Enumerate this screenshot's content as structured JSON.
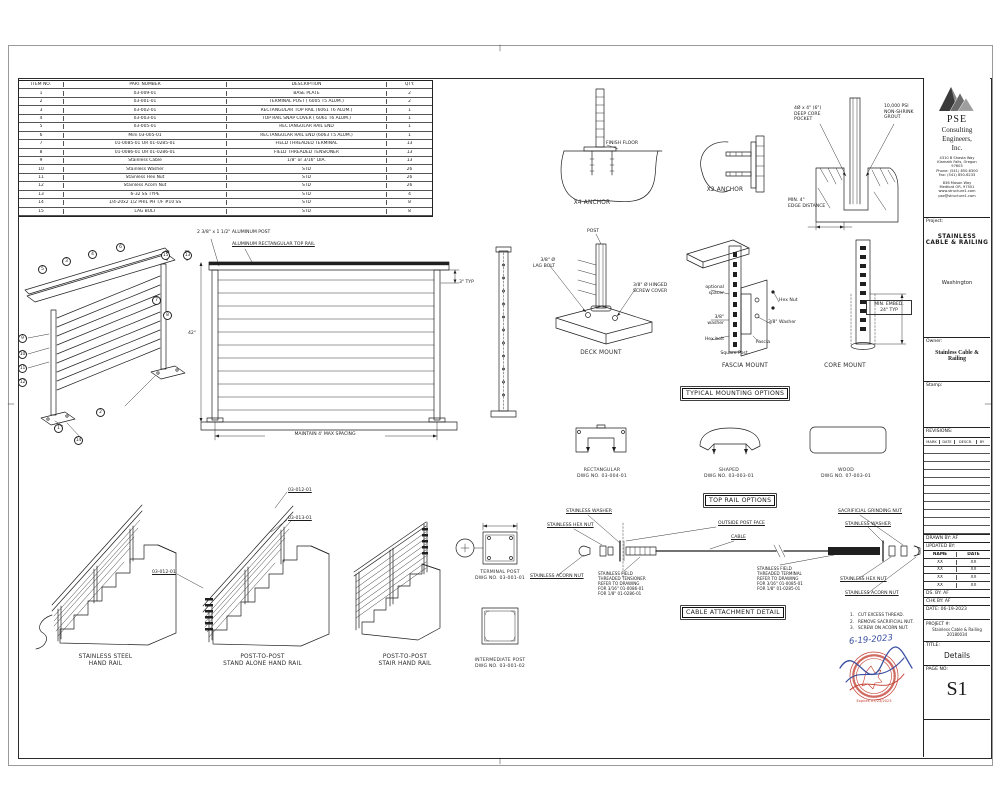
{
  "sheet": {
    "line_color": "#1f1f1f",
    "stamp_red": "#c23b2e",
    "ink_blue": "#3a4fa0"
  },
  "parts_table": {
    "headers": [
      "ITEM NO.",
      "PART NUMBER",
      "DESCRIPTION",
      "QTY."
    ],
    "rows": [
      [
        "1",
        "03-009-01",
        "BASE PLATE",
        "2"
      ],
      [
        "2",
        "03-001-01",
        "TERMINAL POST ( 6005 T5 ALUM.)",
        "2"
      ],
      [
        "3",
        "03-002-01",
        "RECTANGULAR TOP RAIL (6061 T6 ALUM.)",
        "1"
      ],
      [
        "4",
        "03-003-01",
        "TOP RAIL SNAP COVER ( 6061 T6 ALUM.)",
        "1"
      ],
      [
        "5",
        "03-005-01",
        "RECTANGULAR RAIL END",
        "1"
      ],
      [
        "6",
        "Mini 03-005-01",
        "RECTANGULAR RAIL END (6063 T5 ALUM.)",
        "1"
      ],
      [
        "7",
        "01-0085-01 OR 01-0285-01",
        "FIELD THREADED TERMINAL",
        "13"
      ],
      [
        "8",
        "01-0086-01 OR 01-0286-01",
        "FIELD THREADED TENSIONER",
        "13"
      ],
      [
        "9",
        "Stainless Cable",
        "1/8\" or 3/16\" DIA.",
        "13"
      ],
      [
        "10",
        "Stainless Washer",
        "STD",
        "26"
      ],
      [
        "11",
        "Stainless Hex Nut",
        "STD",
        "26"
      ],
      [
        "12",
        "Stainless Acorn Nut",
        "STD",
        "26"
      ],
      [
        "13",
        "6-32 SS TYPE",
        "STD",
        "4"
      ],
      [
        "14",
        "1/4-20x2 1/2 PHIL PH T/F #10 SS",
        "STD",
        "8"
      ],
      [
        "15",
        "LAG BOLT",
        "STD",
        "8"
      ]
    ]
  },
  "exploded": {
    "callouts": [
      "1",
      "2",
      "3",
      "4",
      "5",
      "6",
      "7",
      "8",
      "9",
      "10",
      "11",
      "12",
      "13",
      "14",
      "15"
    ]
  },
  "elevation": {
    "post_dim": "2 3/8\" x 1 1/2\" ALUMINUM POST",
    "top_rail": "ALUMINUM RECTANGULAR TOP RAIL",
    "height": "42\"",
    "typ": "3\" TYP",
    "spacing": "MAINTAIN 4' MAX SPACING"
  },
  "anchors": {
    "finish_floor": "FINISH FLOOR",
    "x4": "X4 ANCHOR",
    "x2": "X2 ANCHOR",
    "core_pocket": "4Ø x 4\" (6\")\nDEEP CORE\nPOCKET",
    "grout": "10,000 PSI\nNON-SHRINK\nGROUT",
    "edge": "MIN. 4\"\nEDGE DISTANCE"
  },
  "mounting": {
    "post": "POST",
    "lag_bolt": "3/8\" Ø\nLAG BOLT",
    "screw_cover": "3/8\" Ø HINGED\nSCREW COVER",
    "deck_cap": "DECK MOUNT",
    "spacer": "optional\nspacer",
    "hex_nut": "Hex Nut",
    "washer_s": "3/8\"\nwasher",
    "washer": "3/8\" Washer",
    "hex_bolt": "Hex bolt",
    "fascia": "Fascia",
    "square_post": "Square Post",
    "fascia_cap": "FASCIA MOUNT",
    "embed": "MIN. EMBED.\n24\" TYP",
    "core_cap": "CORE MOUNT",
    "title": "TYPICAL MOUNTING OPTIONS"
  },
  "top_rail_options": {
    "rect": "RECTANGULAR\nDWG NO. 03-004-01",
    "shaped": "SHAPED\nDWG NO. 03-003-01",
    "wood": "WOOD\nDWG NO. 07-003-01",
    "title": "TOP RAIL OPTIONS"
  },
  "cable_detail": {
    "washer_l": "STAINLESS WASHER",
    "hex_l": "STAINLESS HEX NUT",
    "acorn_l": "STAINLESS ACORN NUT",
    "post_face": "OUTSIDE POST FACE",
    "cable": "CABLE",
    "tensioner": "STAINLESS FIELD\nTHREADED TENSIONER\nREFER TO DRAWING\nFOR 3/16\" 01-0086-01\nFOR 1/8\" 01-0286-01",
    "terminal": "STAINLESS FIELD\nTHREADED TERMINAL\nREFER TO DRAWING\nFOR 3/16\" 01-0085-01\nFOR 1/8\" 01-0285-01",
    "sacrificial": "SACRIFICIAL GRINDING NUT",
    "washer_r": "STAINLESS WASHER",
    "hex_r": "STAINLESS HEX NUT",
    "acorn_r": "STAINLESS ACORN NUT",
    "title": "CABLE ATTACHMENT DETAIL",
    "notes": [
      [
        "1.",
        "CUT EXCESS THREAD."
      ],
      [
        "2.",
        "REMOVE SACRIFICIAL NUT."
      ],
      [
        "3.",
        "SCREW ON ACORN NUT."
      ]
    ]
  },
  "handrails": {
    "h1": "STAINLESS STEEL\nHAND RAIL",
    "h2": "POST-TO-POST\nSTAND ALONE HAND RAIL",
    "h3": "POST-TO-POST\nSTAIR HAND RAIL",
    "c1": "03-012-01",
    "c2": "03-013-01",
    "c3": "03-012-01",
    "terminal": "TERMINAL POST\nDWG NO. 03-001-01",
    "intermediate": "INTERMEDIATE POST\nDWG NO. 03-001-02"
  },
  "titleblock": {
    "company_top": "PSE",
    "company_rest": "Consulting\nEngineers,\nInc.",
    "addr1": "4310 B Shasta Way\nKlamath Falls, Oregon\n97603\nPhone: (541) 850-6300\nFax: (541) 850-6233",
    "addr2": "836 Mason Way\nMedford OR, 97501\nwww.structure1.com\npse@structure1.com",
    "project_label": "Project:",
    "project": "STAINLESS\nCABLE & RAILING",
    "location": "Washington",
    "owner_label": "Owner:",
    "owner": "Stainless Cable &\nRailing",
    "stamp_label": "Stamp:",
    "revisions_label": "REVISIONS:",
    "rev_headers": [
      "MARK",
      "DATE",
      "DESCR.",
      "BY"
    ],
    "drawn": "DRAWN BY: AF",
    "updated": "UPDATED BY:",
    "name_h": "NAME",
    "date_h": "DATE",
    "xx_rows": [
      [
        "XX",
        "XX"
      ],
      [
        "XX",
        "XX"
      ],
      [
        "XX",
        "XX"
      ],
      [
        "XX",
        "XX"
      ]
    ],
    "ds": "DS. BY: AF",
    "chk": "CHK BY: AF",
    "date": "DATE: 06-19-2023",
    "projno_label": "PROJECT #:",
    "projno": "Stainless Cable & Railing\n20180034",
    "title_label": "TITLE:",
    "title": "Details",
    "page_label": "PAGE NO:",
    "page": "S1",
    "written_date": "6-19-2023",
    "expires": "Expires 07/23/2023"
  }
}
